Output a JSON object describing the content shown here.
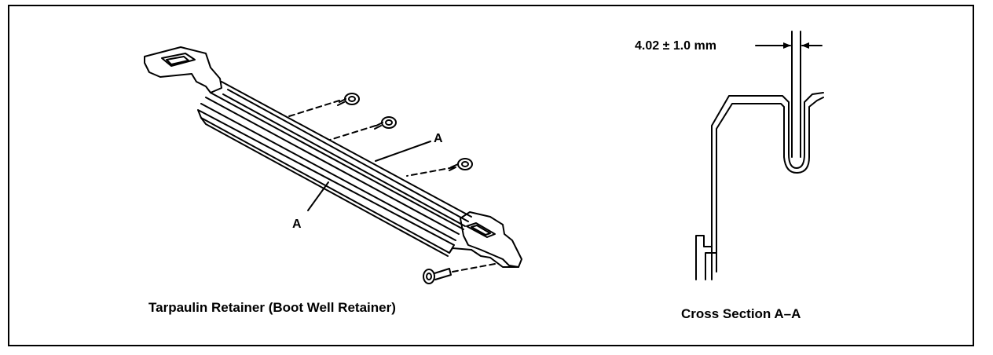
{
  "figure": {
    "left_caption": "Tarpaulin Retainer (Boot Well Retainer)",
    "right_caption": "Cross Section A–A",
    "section_label_upper": "A",
    "section_label_lower": "A",
    "dimension": "4.02 ±  1.0 mm"
  }
}
